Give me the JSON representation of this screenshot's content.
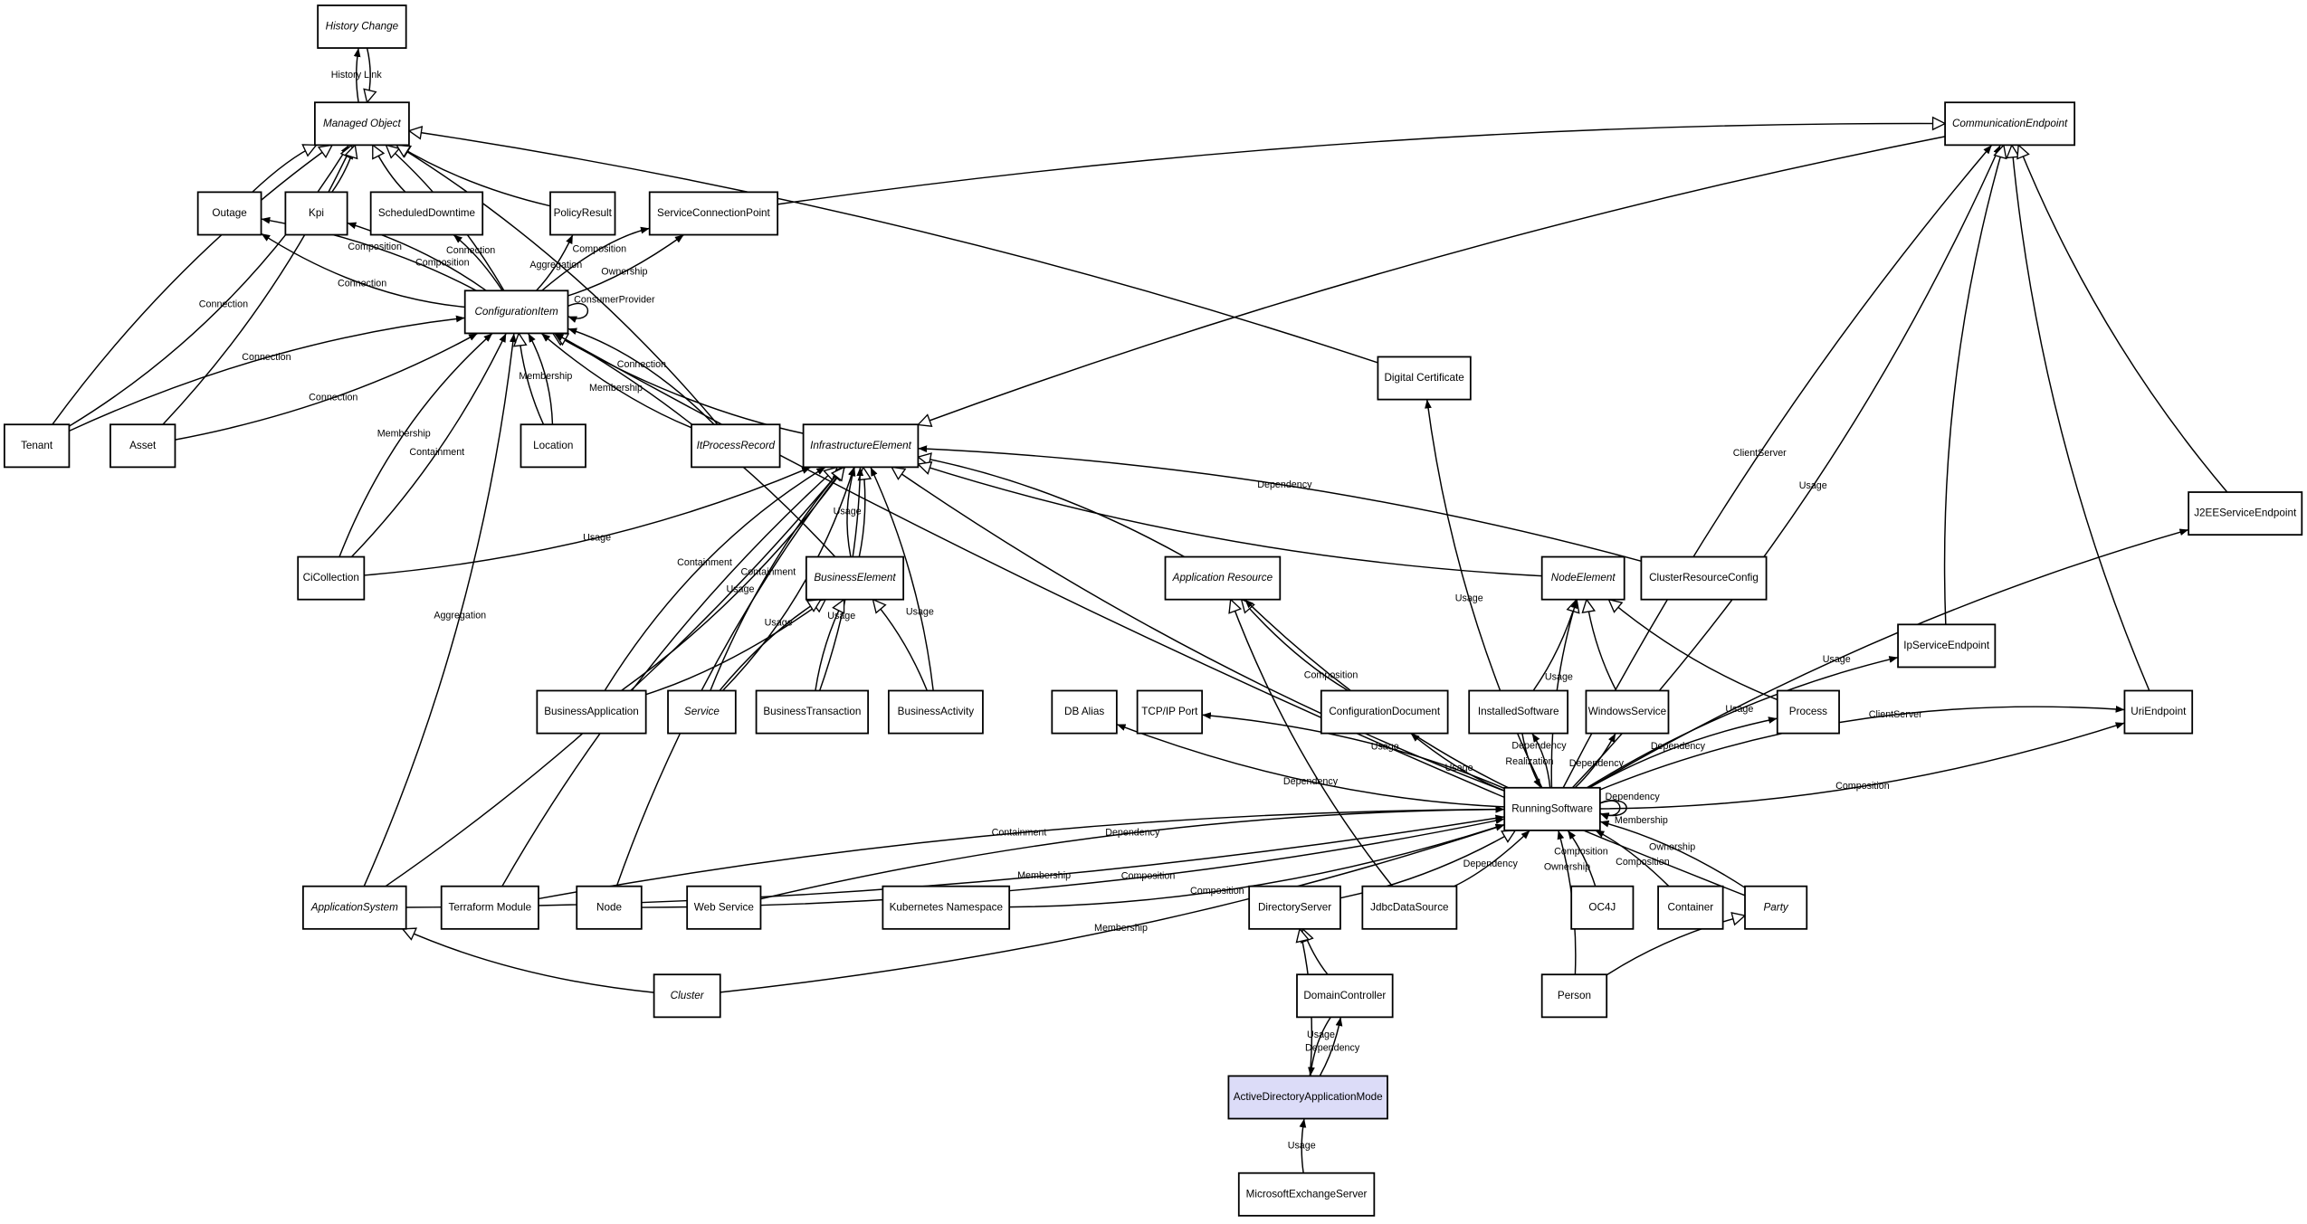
{
  "diagram": {
    "type": "uml-class-diagram",
    "highlight_color": "#dcdcf8",
    "nodes": [
      {
        "id": "HistoryChange",
        "name": "History Change",
        "abstract": true
      },
      {
        "id": "ManagedObject",
        "name": "Managed Object",
        "abstract": true
      },
      {
        "id": "Outage",
        "name": "Outage",
        "abstract": false
      },
      {
        "id": "Kpi",
        "name": "Kpi",
        "abstract": false
      },
      {
        "id": "ScheduledDowntime",
        "name": "ScheduledDowntime",
        "abstract": false
      },
      {
        "id": "PolicyResult",
        "name": "PolicyResult",
        "abstract": false
      },
      {
        "id": "ServiceConnectionPoint",
        "name": "ServiceConnectionPoint",
        "abstract": false
      },
      {
        "id": "CommunicationEndpoint",
        "name": "CommunicationEndpoint",
        "abstract": true
      },
      {
        "id": "ConfigurationItem",
        "name": "ConfigurationItem",
        "abstract": true
      },
      {
        "id": "Tenant",
        "name": "Tenant",
        "abstract": false
      },
      {
        "id": "Asset",
        "name": "Asset",
        "abstract": false
      },
      {
        "id": "Location",
        "name": "Location",
        "abstract": false
      },
      {
        "id": "ItProcessRecord",
        "name": "ItProcessRecord",
        "abstract": true
      },
      {
        "id": "InfrastructureElement",
        "name": "InfrastructureElement",
        "abstract": true
      },
      {
        "id": "DigitalCertificate",
        "name": "Digital Certificate",
        "abstract": false
      },
      {
        "id": "J2EEServiceEndpoint",
        "name": "J2EEServiceEndpoint",
        "abstract": false
      },
      {
        "id": "CiCollection",
        "name": "CiCollection",
        "abstract": false
      },
      {
        "id": "BusinessElement",
        "name": "BusinessElement",
        "abstract": true
      },
      {
        "id": "ApplicationResource",
        "name": "Application Resource",
        "abstract": true
      },
      {
        "id": "NodeElement",
        "name": "NodeElement",
        "abstract": true
      },
      {
        "id": "ClusterResourceConfig",
        "name": "ClusterResourceConfig",
        "abstract": false
      },
      {
        "id": "IpServiceEndpoint",
        "name": "IpServiceEndpoint",
        "abstract": false
      },
      {
        "id": "BusinessApplication",
        "name": "BusinessApplication",
        "abstract": false
      },
      {
        "id": "Service",
        "name": "Service",
        "abstract": true
      },
      {
        "id": "BusinessTransaction",
        "name": "BusinessTransaction",
        "abstract": false
      },
      {
        "id": "BusinessActivity",
        "name": "BusinessActivity",
        "abstract": false
      },
      {
        "id": "DBAlias",
        "name": "DB Alias",
        "abstract": false
      },
      {
        "id": "TCPIPPort",
        "name": "TCP/IP Port",
        "abstract": false
      },
      {
        "id": "ConfigurationDocument",
        "name": "ConfigurationDocument",
        "abstract": false
      },
      {
        "id": "InstalledSoftware",
        "name": "InstalledSoftware",
        "abstract": false
      },
      {
        "id": "WindowsService",
        "name": "WindowsService",
        "abstract": false
      },
      {
        "id": "Process",
        "name": "Process",
        "abstract": false
      },
      {
        "id": "UriEndpoint",
        "name": "UriEndpoint",
        "abstract": false
      },
      {
        "id": "RunningSoftware",
        "name": "RunningSoftware",
        "abstract": false
      },
      {
        "id": "ApplicationSystem",
        "name": "ApplicationSystem",
        "abstract": true
      },
      {
        "id": "TerraformModule",
        "name": "Terraform Module",
        "abstract": false
      },
      {
        "id": "Node",
        "name": "Node",
        "abstract": false
      },
      {
        "id": "WebService",
        "name": "Web Service",
        "abstract": false
      },
      {
        "id": "KubernetesNamespace",
        "name": "Kubernetes Namespace",
        "abstract": false
      },
      {
        "id": "DirectoryServer",
        "name": "DirectoryServer",
        "abstract": false
      },
      {
        "id": "JdbcDataSource",
        "name": "JdbcDataSource",
        "abstract": false
      },
      {
        "id": "OC4J",
        "name": "OC4J",
        "abstract": false
      },
      {
        "id": "Container",
        "name": "Container",
        "abstract": false
      },
      {
        "id": "Party",
        "name": "Party",
        "abstract": true
      },
      {
        "id": "Cluster",
        "name": "Cluster",
        "abstract": true
      },
      {
        "id": "DomainController",
        "name": "DomainController",
        "abstract": false
      },
      {
        "id": "Person",
        "name": "Person",
        "abstract": false
      },
      {
        "id": "ActiveDirectoryApplicationMode",
        "name": "ActiveDirectoryApplicationMode",
        "abstract": false,
        "highlighted": true
      },
      {
        "id": "MicrosoftExchangeServer",
        "name": "MicrosoftExchangeServer",
        "abstract": false
      }
    ],
    "edges": [
      {
        "from": "ManagedObject",
        "to": "HistoryChange",
        "kind": "association",
        "label": "History Link"
      },
      {
        "from": "HistoryChange",
        "to": "ManagedObject",
        "kind": "generalization",
        "label": ""
      },
      {
        "from": "Tenant",
        "to": "ManagedObject",
        "kind": "generalization",
        "label": ""
      },
      {
        "from": "Tenant",
        "to": "ManagedObject",
        "kind": "association",
        "label": "Connection"
      },
      {
        "from": "Asset",
        "to": "ManagedObject",
        "kind": "generalization",
        "label": ""
      },
      {
        "from": "Outage",
        "to": "ManagedObject",
        "kind": "generalization",
        "label": ""
      },
      {
        "from": "Kpi",
        "to": "ManagedObject",
        "kind": "generalization",
        "label": ""
      },
      {
        "from": "ScheduledDowntime",
        "to": "ManagedObject",
        "kind": "generalization",
        "label": ""
      },
      {
        "from": "ConfigurationItem",
        "to": "ManagedObject",
        "kind": "generalization",
        "label": ""
      },
      {
        "from": "PolicyResult",
        "to": "ManagedObject",
        "kind": "generalization",
        "label": ""
      },
      {
        "from": "ItProcessRecord",
        "to": "ManagedObject",
        "kind": "generalization",
        "label": ""
      },
      {
        "from": "DigitalCertificate",
        "to": "ManagedObject",
        "kind": "generalization",
        "label": ""
      },
      {
        "from": "ConfigurationItem",
        "to": "Outage",
        "kind": "association",
        "label": "Composition"
      },
      {
        "from": "ConfigurationItem",
        "to": "Outage",
        "kind": "association",
        "label": "Connection"
      },
      {
        "from": "ConfigurationItem",
        "to": "Kpi",
        "kind": "association",
        "label": "Composition"
      },
      {
        "from": "ConfigurationItem",
        "to": "ScheduledDowntime",
        "kind": "association",
        "label": "Connection"
      },
      {
        "from": "ConfigurationItem",
        "to": "PolicyResult",
        "kind": "association",
        "label": "Aggregation"
      },
      {
        "from": "ConfigurationItem",
        "to": "ServiceConnectionPoint",
        "kind": "association",
        "label": "Ownership"
      },
      {
        "from": "ConfigurationItem",
        "to": "ServiceConnectionPoint",
        "kind": "association",
        "label": "Composition"
      },
      {
        "from": "ConfigurationItem",
        "to": "ConfigurationItem",
        "kind": "association",
        "label": "ConsumerProvider"
      },
      {
        "from": "ServiceConnectionPoint",
        "to": "CommunicationEndpoint",
        "kind": "generalization",
        "label": ""
      },
      {
        "from": "Tenant",
        "to": "ConfigurationItem",
        "kind": "association",
        "label": "Connection"
      },
      {
        "from": "Asset",
        "to": "ConfigurationItem",
        "kind": "association",
        "label": "Connection"
      },
      {
        "from": "CiCollection",
        "to": "ConfigurationItem",
        "kind": "association",
        "label": "Containment"
      },
      {
        "from": "CiCollection",
        "to": "ConfigurationItem",
        "kind": "association",
        "label": "Membership"
      },
      {
        "from": "Location",
        "to": "ConfigurationItem",
        "kind": "generalization",
        "label": ""
      },
      {
        "from": "Location",
        "to": "ConfigurationItem",
        "kind": "association",
        "label": "Membership"
      },
      {
        "from": "ItProcessRecord",
        "to": "ConfigurationItem",
        "kind": "association",
        "label": "Membership"
      },
      {
        "from": "ItProcessRecord",
        "to": "ConfigurationItem",
        "kind": "association",
        "label": "Connection"
      },
      {
        "from": "InfrastructureElement",
        "to": "ConfigurationItem",
        "kind": "generalization",
        "label": ""
      },
      {
        "from": "BusinessElement",
        "to": "ConfigurationItem",
        "kind": "generalization",
        "label": ""
      },
      {
        "from": "ApplicationSystem",
        "to": "ConfigurationItem",
        "kind": "association",
        "label": "Aggregation"
      },
      {
        "from": "Party",
        "to": "ConfigurationItem",
        "kind": "association",
        "label": ""
      },
      {
        "from": "CommunicationEndpoint",
        "to": "InfrastructureElement",
        "kind": "generalization",
        "label": ""
      },
      {
        "from": "RunningSoftware",
        "to": "DigitalCertificate",
        "kind": "association",
        "label": "Usage"
      },
      {
        "from": "CiCollection",
        "to": "InfrastructureElement",
        "kind": "association",
        "label": "Usage"
      },
      {
        "from": "BusinessElement",
        "to": "InfrastructureElement",
        "kind": "generalization",
        "label": ""
      },
      {
        "from": "BusinessElement",
        "to": "InfrastructureElement",
        "kind": "association",
        "label": "Usage"
      },
      {
        "from": "BusinessApplication",
        "to": "InfrastructureElement",
        "kind": "association",
        "label": "Usage"
      },
      {
        "from": "BusinessApplication",
        "to": "InfrastructureElement",
        "kind": "association",
        "label": "Containment"
      },
      {
        "from": "Service",
        "to": "InfrastructureElement",
        "kind": "association",
        "label": "Containment"
      },
      {
        "from": "Service",
        "to": "InfrastructureElement",
        "kind": "association",
        "label": "Usage"
      },
      {
        "from": "BusinessTransaction",
        "to": "InfrastructureElement",
        "kind": "association",
        "label": "Usage"
      },
      {
        "from": "BusinessActivity",
        "to": "InfrastructureElement",
        "kind": "association",
        "label": "Usage"
      },
      {
        "from": "BusinessApplication",
        "to": "BusinessElement",
        "kind": "generalization",
        "label": ""
      },
      {
        "from": "Service",
        "to": "BusinessElement",
        "kind": "generalization",
        "label": ""
      },
      {
        "from": "BusinessTransaction",
        "to": "BusinessElement",
        "kind": "generalization",
        "label": ""
      },
      {
        "from": "BusinessActivity",
        "to": "BusinessElement",
        "kind": "generalization",
        "label": ""
      },
      {
        "from": "ApplicationResource",
        "to": "InfrastructureElement",
        "kind": "generalization",
        "label": ""
      },
      {
        "from": "NodeElement",
        "to": "InfrastructureElement",
        "kind": "generalization",
        "label": ""
      },
      {
        "from": "ClusterResourceConfig",
        "to": "InfrastructureElement",
        "kind": "association",
        "label": "Dependency"
      },
      {
        "from": "RunningSoftware",
        "to": "InfrastructureElement",
        "kind": "generalization",
        "label": ""
      },
      {
        "from": "ApplicationSystem",
        "to": "InfrastructureElement",
        "kind": "generalization",
        "label": ""
      },
      {
        "from": "TerraformModule",
        "to": "InfrastructureElement",
        "kind": "generalization",
        "label": ""
      },
      {
        "from": "Node",
        "to": "InfrastructureElement",
        "kind": "generalization",
        "label": ""
      },
      {
        "from": "InstalledSoftware",
        "to": "NodeElement",
        "kind": "generalization",
        "label": ""
      },
      {
        "from": "WindowsService",
        "to": "NodeElement",
        "kind": "generalization",
        "label": ""
      },
      {
        "from": "Process",
        "to": "NodeElement",
        "kind": "generalization",
        "label": ""
      },
      {
        "from": "RunningSoftware",
        "to": "NodeElement",
        "kind": "association",
        "label": "Usage"
      },
      {
        "from": "ConfigurationDocument",
        "to": "ApplicationResource",
        "kind": "generalization",
        "label": ""
      },
      {
        "from": "JdbcDataSource",
        "to": "ApplicationResource",
        "kind": "generalization",
        "label": ""
      },
      {
        "from": "RunningSoftware",
        "to": "ApplicationResource",
        "kind": "association",
        "label": "Composition"
      },
      {
        "from": "RunningSoftware",
        "to": "DBAlias",
        "kind": "association",
        "label": "Dependency"
      },
      {
        "from": "RunningSoftware",
        "to": "TCPIPPort",
        "kind": "association",
        "label": "Usage"
      },
      {
        "from": "RunningSoftware",
        "to": "ConfigurationDocument",
        "kind": "association",
        "label": "Usage"
      },
      {
        "from": "InstalledSoftware",
        "to": "RunningSoftware",
        "kind": "association",
        "label": "Realization"
      },
      {
        "from": "RunningSoftware",
        "to": "InstalledSoftware",
        "kind": "association",
        "label": "Dependency"
      },
      {
        "from": "RunningSoftware",
        "to": "WindowsService",
        "kind": "association",
        "label": "Dependency"
      },
      {
        "from": "RunningSoftware",
        "to": "Process",
        "kind": "association",
        "label": "Dependency"
      },
      {
        "from": "RunningSoftware",
        "to": "IpServiceEndpoint",
        "kind": "association",
        "label": "Usage"
      },
      {
        "from": "RunningSoftware",
        "to": "UriEndpoint",
        "kind": "association",
        "label": "Composition"
      },
      {
        "from": "RunningSoftware",
        "to": "UriEndpoint",
        "kind": "association",
        "label": "ClientServer"
      },
      {
        "from": "RunningSoftware",
        "to": "J2EEServiceEndpoint",
        "kind": "association",
        "label": "Usage"
      },
      {
        "from": "RunningSoftware",
        "to": "CommunicationEndpoint",
        "kind": "association",
        "label": "ClientServer"
      },
      {
        "from": "RunningSoftware",
        "to": "CommunicationEndpoint",
        "kind": "association",
        "label": "Usage"
      },
      {
        "from": "IpServiceEndpoint",
        "to": "CommunicationEndpoint",
        "kind": "generalization",
        "label": ""
      },
      {
        "from": "UriEndpoint",
        "to": "CommunicationEndpoint",
        "kind": "generalization",
        "label": ""
      },
      {
        "from": "J2EEServiceEndpoint",
        "to": "CommunicationEndpoint",
        "kind": "generalization",
        "label": ""
      },
      {
        "from": "RunningSoftware",
        "to": "RunningSoftware",
        "kind": "association",
        "label": "Dependency"
      },
      {
        "from": "RunningSoftware",
        "to": "RunningSoftware",
        "kind": "association",
        "label": "Membership"
      },
      {
        "from": "ApplicationSystem",
        "to": "RunningSoftware",
        "kind": "association",
        "label": "Membership"
      },
      {
        "from": "TerraformModule",
        "to": "RunningSoftware",
        "kind": "association",
        "label": "Containment"
      },
      {
        "from": "Node",
        "to": "RunningSoftware",
        "kind": "association",
        "label": "Composition"
      },
      {
        "from": "WebService",
        "to": "RunningSoftware",
        "kind": "association",
        "label": "Dependency"
      },
      {
        "from": "Cluster",
        "to": "RunningSoftware",
        "kind": "association",
        "label": "Membership"
      },
      {
        "from": "KubernetesNamespace",
        "to": "RunningSoftware",
        "kind": "association",
        "label": "Composition"
      },
      {
        "from": "DirectoryServer",
        "to": "RunningSoftware",
        "kind": "generalization",
        "label": ""
      },
      {
        "from": "JdbcDataSource",
        "to": "RunningSoftware",
        "kind": "association",
        "label": "Dependency"
      },
      {
        "from": "Person",
        "to": "RunningSoftware",
        "kind": "association",
        "label": "Ownership"
      },
      {
        "from": "OC4J",
        "to": "RunningSoftware",
        "kind": "association",
        "label": "Composition"
      },
      {
        "from": "Container",
        "to": "RunningSoftware",
        "kind": "association",
        "label": "Composition"
      },
      {
        "from": "Party",
        "to": "RunningSoftware",
        "kind": "association",
        "label": "Ownership"
      },
      {
        "from": "Cluster",
        "to": "ApplicationSystem",
        "kind": "generalization",
        "label": ""
      },
      {
        "from": "Person",
        "to": "Party",
        "kind": "generalization",
        "label": ""
      },
      {
        "from": "DomainController",
        "to": "DirectoryServer",
        "kind": "generalization",
        "label": ""
      },
      {
        "from": "ActiveDirectoryApplicationMode",
        "to": "DirectoryServer",
        "kind": "generalization",
        "label": ""
      },
      {
        "from": "ActiveDirectoryApplicationMode",
        "to": "DomainController",
        "kind": "association",
        "label": "Dependency"
      },
      {
        "from": "DomainController",
        "to": "ActiveDirectoryApplicationMode",
        "kind": "association",
        "label": "Usage"
      },
      {
        "from": "MicrosoftExchangeServer",
        "to": "ActiveDirectoryApplicationMode",
        "kind": "association",
        "label": "Usage"
      }
    ]
  }
}
